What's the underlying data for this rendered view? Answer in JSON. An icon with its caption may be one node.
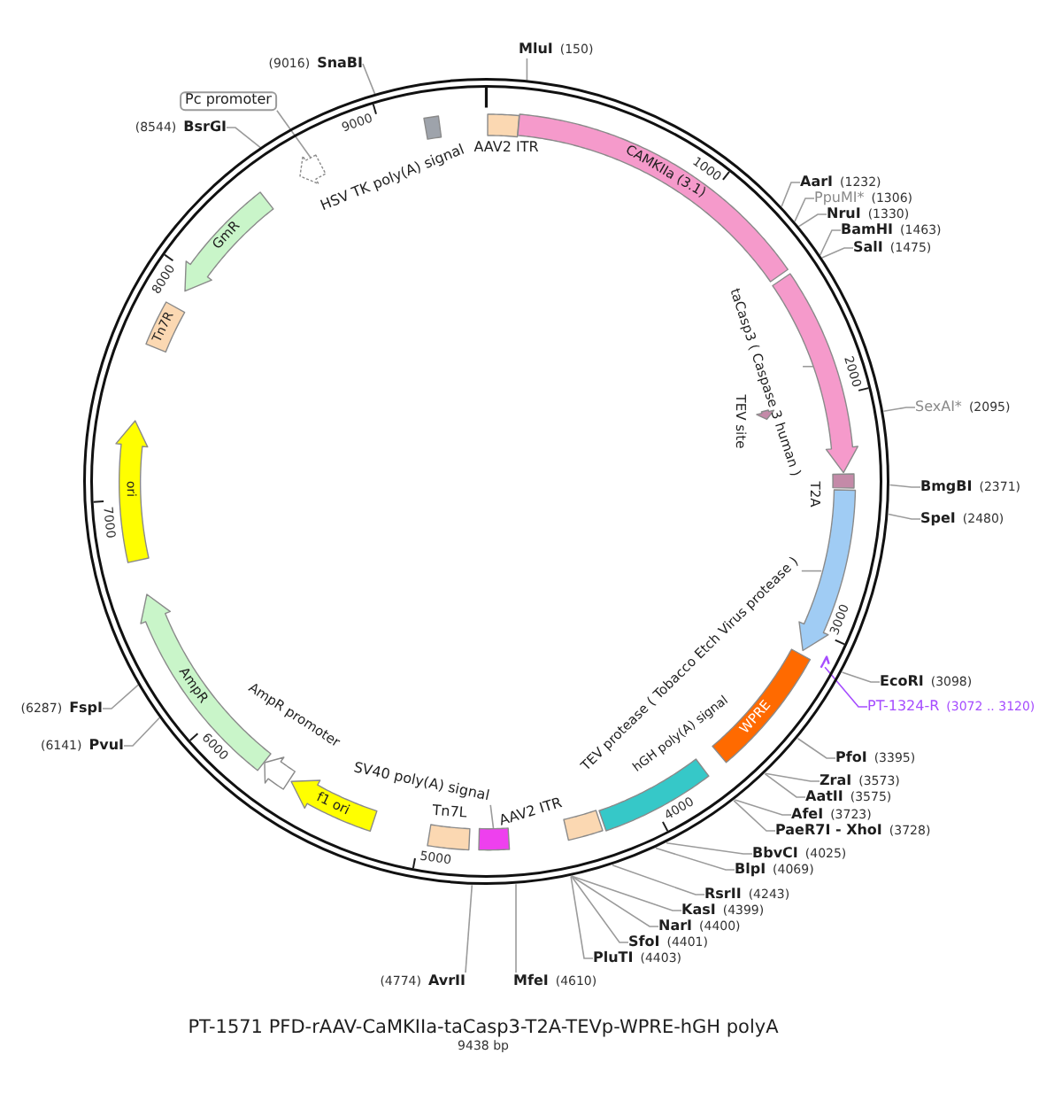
{
  "diagram": {
    "title": "PT-1571 PFD-rAAV-CaMKIIa-taCasp3-T2A-TEVp-WPRE-hGH polyA",
    "nodes": [
      {
        "text": [],
        "shape": "circle"
      },
      {
        "text": [
          "MluI"
        ],
        "beside": [
          "(150)"
        ]
      },
      {
        "text": [
          "SnaBI"
        ],
        "beside": [
          "(9016)"
        ]
      },
      {
        "text": [
          "Pc promoter"
        ]
      },
      {
        "text": [
          "AAV2 ITR"
        ],
        "in": 0
      },
      {
        "text": [
          "HSV TK poly(A) signal"
        ],
        "in": 0
      },
      {
        "text": [
          "CAMKIIa (3.1)"
        ],
        "in": 0
      },
      {
        "text": [
          "BsrGI"
        ],
        "beside": [
          "(8544)"
        ]
      },
      {
        "text": [],
        "shape": "arrow",
        "in": 0
      },
      {
        "text": [
          "AarI"
        ],
        "beside": [
          "(1232)"
        ]
      },
      {
        "text": [
          "PpuMI*"
        ],
        "beside": [
          "(1306)"
        ]
      },
      {
        "text": [
          "NruI"
        ],
        "beside": [
          "(1330)"
        ]
      },
      {
        "text": [
          "BamHI"
        ],
        "beside": [
          "(1463)"
        ]
      },
      {
        "text": [
          "SalI"
        ],
        "beside": [
          "(1475)"
        ]
      },
      {
        "text": [
          "GmR"
        ],
        "in": 0
      },
      {
        "text": [],
        "shape": "arrow",
        "in": 0
      },
      {
        "text": [
          "taCasp3 ( Caspase 3 human )"
        ],
        "in": 0
      },
      {
        "text": [
          "Tn7R"
        ],
        "in": 0
      },
      {
        "text": [
          "TEV site"
        ],
        "in": 0
      },
      {
        "text": [
          "SexAI*"
        ],
        "beside": [
          "(2095)"
        ]
      },
      {
        "text": [
          "ori"
        ],
        "in": 0
      },
      {
        "text": [
          "T2A"
        ],
        "in": 0
      },
      {
        "text": [
          "BmgBI"
        ],
        "beside": [
          "(2371)"
        ]
      },
      {
        "text": [
          "SpeI"
        ],
        "beside": [
          "(2480)"
        ]
      },
      {
        "text": [],
        "shape": "arrow",
        "in": 0
      },
      {
        "text": [
          "TEV protease ( Tobacco Etch Virus protease )"
        ],
        "in": 0
      },
      {
        "text": [
          "AmpR"
        ],
        "in": 0
      },
      {
        "text": [
          "WPRE"
        ],
        "in": 0
      },
      {
        "text": [],
        "shape": "arrow",
        "in": 0
      },
      {
        "text": [
          "EcoRI"
        ],
        "beside": [
          "(3098)"
        ]
      },
      {
        "text": [
          "PT-1324-R"
        ],
        "beside": [
          "(3072 .. 3120)"
        ]
      },
      {
        "text": [
          "FspI"
        ],
        "beside": [
          "(6287)"
        ]
      },
      {
        "text": [
          "AmpR promoter"
        ],
        "in": 0
      },
      {
        "text": [
          "PvuI"
        ],
        "beside": [
          "(6141)"
        ]
      },
      {
        "text": [
          "PfoI"
        ],
        "beside": [
          "(3395)"
        ]
      },
      {
        "text": [
          "hGH poly(A) signal"
        ],
        "in": 0
      },
      {
        "text": [
          "f1 ori"
        ],
        "in": 0
      },
      {
        "text": [
          "ZraI"
        ],
        "beside": [
          "(3573)"
        ]
      },
      {
        "text": [
          "SV40 poly(A) signal"
        ],
        "in": 0
      },
      {
        "text": [
          "AatII"
        ],
        "beside": [
          "(3575)"
        ]
      },
      {
        "text": [
          "AAV2 ITR"
        ],
        "in": 0
      },
      {
        "text": [
          "AfeI"
        ],
        "beside": [
          "(3723)"
        ]
      },
      {
        "text": [
          "Tn7L"
        ],
        "in": 0
      },
      {
        "text": [],
        "shape": "box",
        "in": 0
      },
      {
        "text": [
          "PaeR7I - XhoI"
        ],
        "beside": [
          "(3728)"
        ]
      },
      {
        "text": [
          "BbvCI"
        ],
        "beside": [
          "(4025)"
        ]
      },
      {
        "text": [
          "BlpI"
        ],
        "beside": [
          "(4069)"
        ]
      },
      {
        "text": [
          "RsrII"
        ],
        "beside": [
          "(4243)"
        ]
      },
      {
        "text": [
          "KasI"
        ],
        "beside": [
          "(4399)"
        ]
      },
      {
        "text": [
          "NarI"
        ],
        "beside": [
          "(4400)"
        ]
      },
      {
        "text": [
          "SfoI"
        ],
        "beside": [
          "(4401)"
        ]
      },
      {
        "text": [
          "PluTI"
        ],
        "beside": [
          "(4403)"
        ]
      },
      {
        "text": [
          "AvrII"
        ],
        "beside": [
          "(4774)"
        ]
      },
      {
        "text": [
          "MfeI"
        ],
        "beside": [
          "(4610)"
        ]
      }
    ],
    "edges": [
      {
        "from": 1,
        "to": 0,
        "arrow": "none"
      },
      {
        "from": 2,
        "to": 0,
        "arrow": "none"
      },
      {
        "from": 3,
        "to": 8,
        "arrow": "none"
      },
      {
        "from": 7,
        "to": 0,
        "arrow": "none"
      },
      {
        "from": 9,
        "to": 0,
        "arrow": "none"
      },
      {
        "from": 10,
        "to": 0,
        "arrow": "none"
      },
      {
        "from": 11,
        "to": 0,
        "arrow": "none"
      },
      {
        "from": 12,
        "to": 0,
        "arrow": "none"
      },
      {
        "from": 13,
        "to": 0,
        "arrow": "none"
      },
      {
        "from": 16,
        "to": 15,
        "arrow": "none"
      },
      {
        "from": 19,
        "to": 0,
        "arrow": "none"
      },
      {
        "from": 22,
        "to": 0,
        "arrow": "none"
      },
      {
        "from": 23,
        "to": 0,
        "arrow": "none"
      },
      {
        "from": 25,
        "to": 24,
        "arrow": "none"
      },
      {
        "from": 29,
        "to": 0,
        "arrow": "none"
      },
      {
        "from": 30,
        "to": 28,
        "arrow": "none",
        "color": "#a64dff"
      },
      {
        "from": 31,
        "to": 0,
        "arrow": "none"
      },
      {
        "from": 33,
        "to": 0,
        "arrow": "none"
      },
      {
        "from": 34,
        "to": 0,
        "arrow": "none"
      },
      {
        "from": 37,
        "to": 0,
        "arrow": "none"
      },
      {
        "from": 38,
        "to": 43,
        "arrow": "none"
      },
      {
        "from": 39,
        "to": 0,
        "arrow": "none"
      },
      {
        "from": 41,
        "to": 0,
        "arrow": "none"
      },
      {
        "from": 44,
        "to": 0,
        "arrow": "none"
      },
      {
        "from": 45,
        "to": 0,
        "arrow": "none"
      },
      {
        "from": 46,
        "to": 0,
        "arrow": "none"
      },
      {
        "from": 47,
        "to": 0,
        "arrow": "none"
      },
      {
        "from": 48,
        "to": 0,
        "arrow": "none"
      },
      {
        "from": 49,
        "to": 0,
        "arrow": "none"
      },
      {
        "from": 50,
        "to": 0,
        "arrow": "none"
      },
      {
        "from": 51,
        "to": 0,
        "arrow": "none"
      },
      {
        "from": 52,
        "to": 0,
        "arrow": "none"
      },
      {
        "from": 53,
        "to": 0,
        "arrow": "none"
      }
    ],
    "labels": [
      "9000",
      "1000",
      "8000",
      "2000",
      "7000",
      "3000",
      "6000",
      "4000",
      "5000",
      "9438 bp"
    ]
  }
}
